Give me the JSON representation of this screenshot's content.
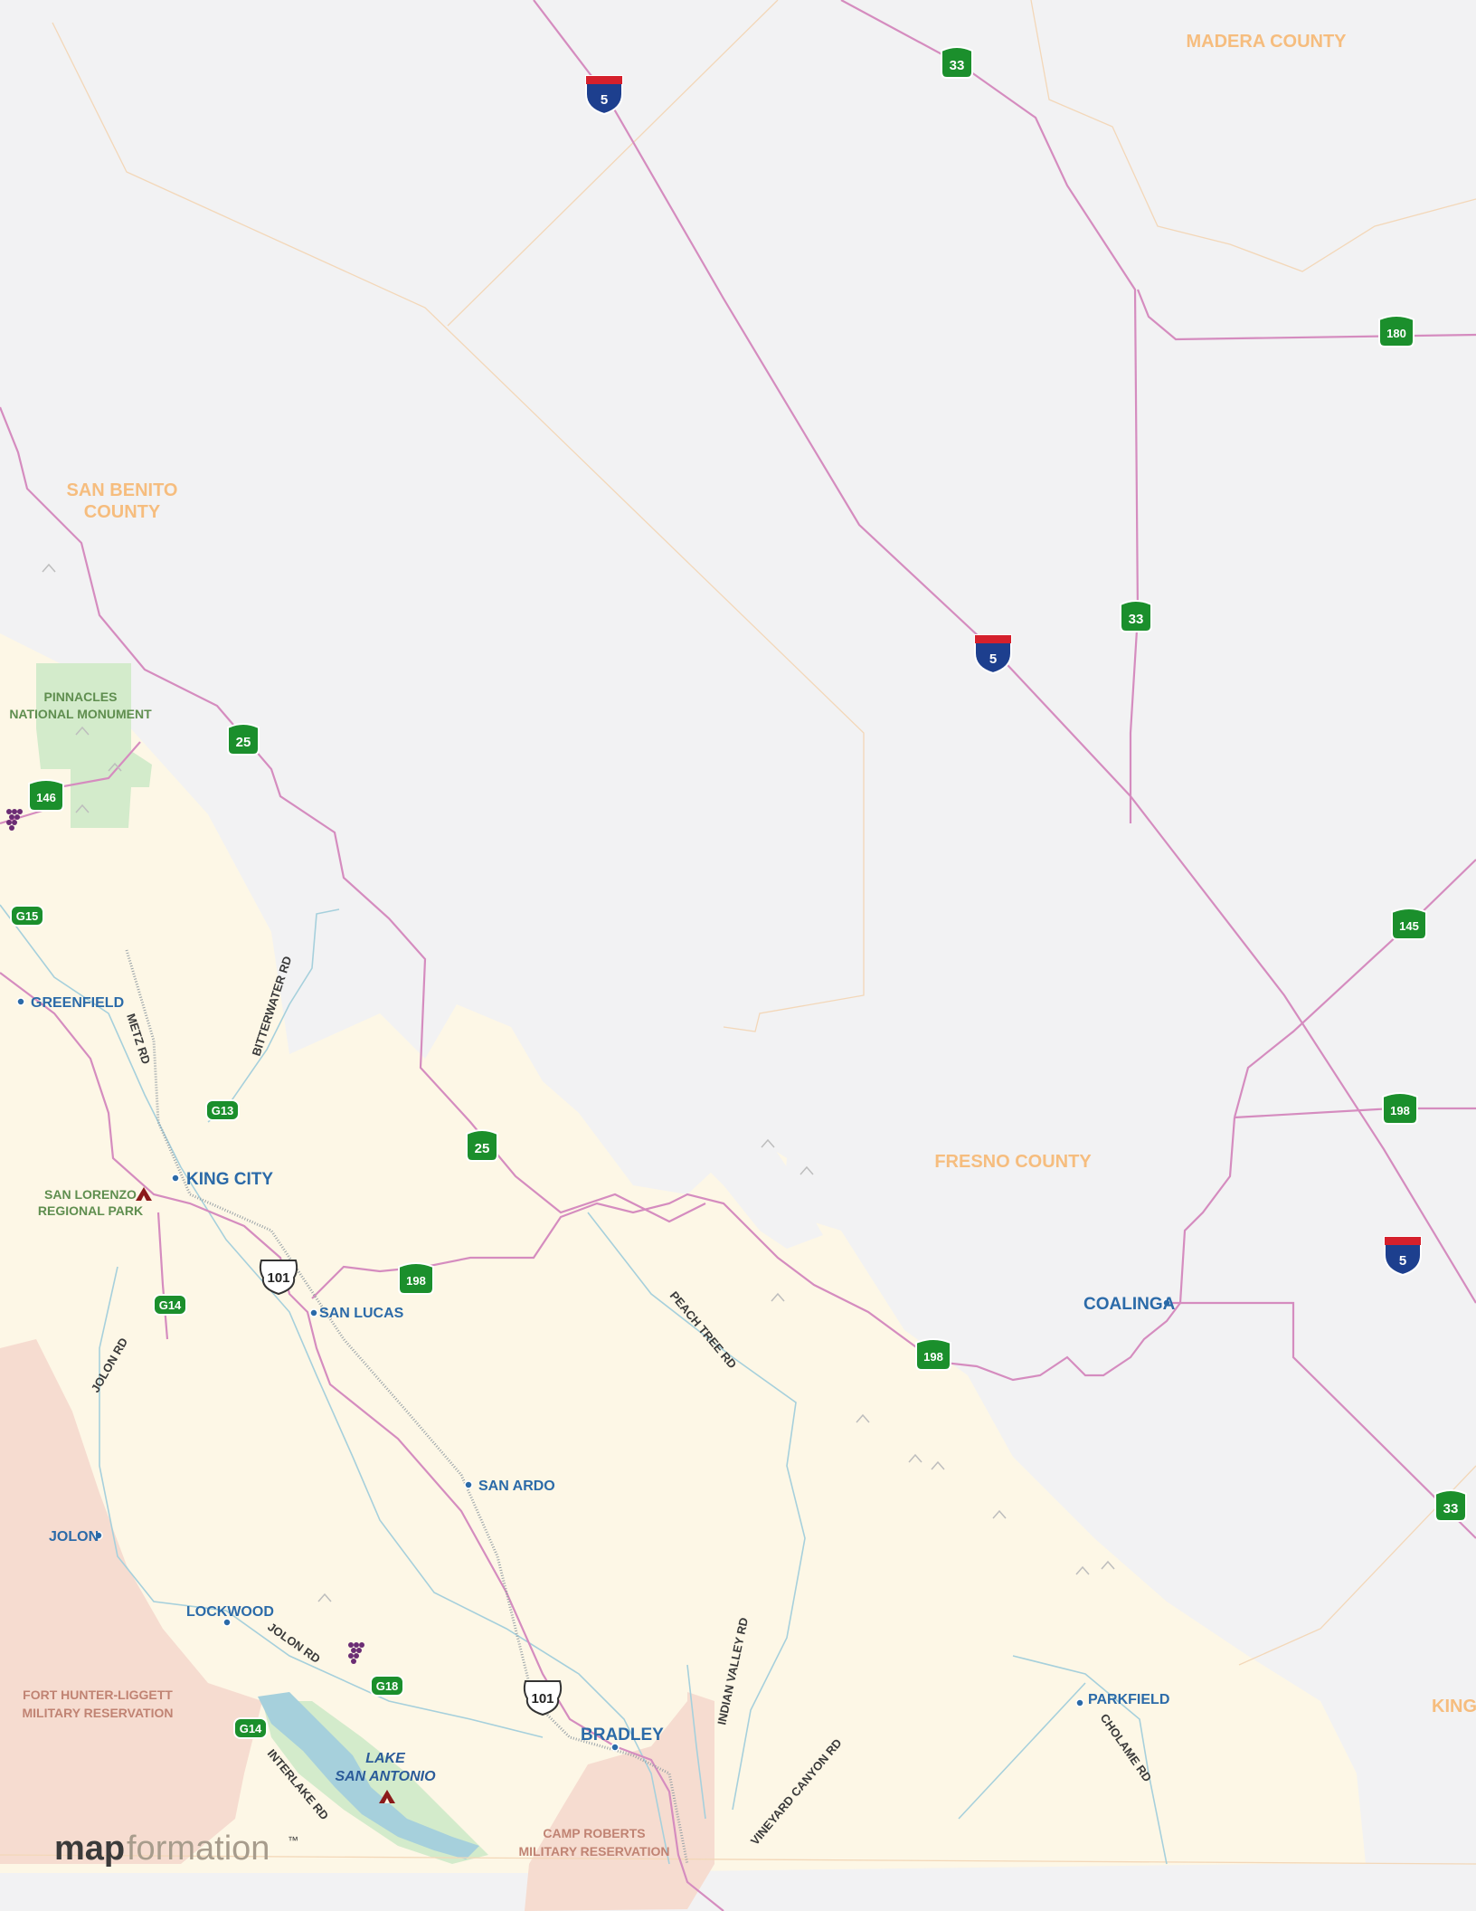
{
  "map": {
    "colors": {
      "background": "#f2f2f3",
      "monterey_county_fill": "#fdf7e6",
      "park_fill": "#d3ebcb",
      "military_fill": "#f6dcd0",
      "highway": "#d58cbf",
      "water": "#a6d0dc",
      "county_line": "#f3d7b8",
      "shield_green": "#1b8f2c",
      "interstate_blue": "#1d3f8e",
      "interstate_red": "#d5202c",
      "place_label": "#2b6aa8"
    },
    "counties": {
      "madera": "MADERA COUNTY",
      "san_benito_1": "SAN BENITO",
      "san_benito_2": "COUNTY",
      "fresno": "FRESNO COUNTY",
      "kings": "KINGS"
    },
    "cities": {
      "greenfield": "GREENFIELD",
      "king_city": "KING CITY",
      "san_lucas": "SAN LUCAS",
      "san_ardo": "SAN ARDO",
      "jolon": "JOLON",
      "lockwood": "LOCKWOOD",
      "bradley": "BRADLEY",
      "coalinga": "COALINGA",
      "parkfield": "PARKFIELD"
    },
    "parks": {
      "pinnacles_1": "PINNACLES",
      "pinnacles_2": "NATIONAL MONUMENT",
      "san_lorenzo_1": "SAN LORENZO",
      "san_lorenzo_2": "REGIONAL PARK"
    },
    "military": {
      "fort_hunter_1": "FORT HUNTER-LIGGETT",
      "fort_hunter_2": "MILITARY RESERVATION",
      "camp_roberts_1": "CAMP ROBERTS",
      "camp_roberts_2": "MILITARY RESERVATION"
    },
    "lake": {
      "line1": "LAKE",
      "line2": "SAN ANTONIO"
    },
    "roads": {
      "metz": "METZ RD",
      "bitterwater": "BITTERWATER RD",
      "jolon_1": "JOLON RD",
      "jolon_2": "JOLON RD",
      "peach_tree": "PEACH TREE RD",
      "indian_valley": "INDIAN VALLEY RD",
      "vineyard_canyon": "VINEYARD CANYON RD",
      "cholame": "CHOLAME RD",
      "interlake": "INTERLAKE RD"
    },
    "shields": {
      "i5": "5",
      "sr33": "33",
      "sr180": "180",
      "sr25": "25",
      "sr146": "146",
      "sr145": "145",
      "sr198": "198",
      "us101": "101",
      "g15": "G15",
      "g13": "G13",
      "g14": "G14",
      "g18": "G18"
    },
    "icons": {
      "vineyard": "grapes-icon",
      "campground": "tent-icon",
      "peak": "mountain-icon"
    },
    "logo": {
      "part1": "map",
      "part2": "formation",
      "tm": "™"
    }
  }
}
